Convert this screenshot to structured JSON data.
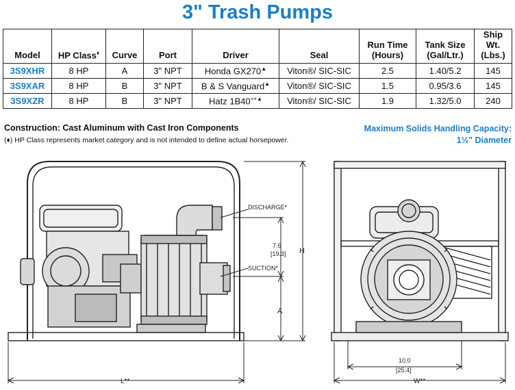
{
  "title": "3\" Trash Pumps",
  "table": {
    "headers": {
      "model": "Model",
      "hp_class": "HP Class",
      "hp_class_mark": "♦",
      "curve": "Curve",
      "port": "Port",
      "driver": "Driver",
      "seal": "Seal",
      "run_time_1": "Run Time",
      "run_time_2": "(Hours)",
      "tank_size_1": "Tank Size",
      "tank_size_2": "(Gal/Ltr.)",
      "ship_wt_1": "Ship Wt.",
      "ship_wt_2": "(Lbs.)"
    },
    "rows": [
      {
        "model": "3S9XHR",
        "hp": "8 HP",
        "curve": "A",
        "port": "3\" NPT",
        "driver": "Honda GX270",
        "driver_mark": "▲",
        "seal": "Viton®/ SIC-SIC",
        "run_time": "2.5",
        "tank": "1.40/5.2",
        "ship": "145"
      },
      {
        "model": "3S9XAR",
        "hp": "8 HP",
        "curve": "B",
        "port": "3\" NPT",
        "driver": "B & S Vanguard",
        "driver_mark": "▲",
        "seal": "Viton®/ SIC-SIC",
        "run_time": "1.5",
        "tank": "0.95/3.6",
        "ship": "145"
      },
      {
        "model": "3S9XZR",
        "hp": "8 HP",
        "curve": "B",
        "port": "3\" NPT",
        "driver": "Hatz 1B40",
        "driver_sup": "++",
        "driver_mark": "▲",
        "seal": "Viton®/ SIC-SIC",
        "run_time": "1.9",
        "tank": "1.32/5.0",
        "ship": "240"
      }
    ]
  },
  "construction": "Construction: Cast Aluminum with Cast Iron Components",
  "hp_note": "(♦) HP Class represents market category and is not intended to define actual horsepower.",
  "max_solids": {
    "line1": "Maximum Solids Handling Capacity:",
    "line2": "1½\" Diameter"
  },
  "drawing": {
    "discharge_label": "DISCHARGE*",
    "suction_label": "SUCTION*",
    "dim_height_in": "7.6",
    "dim_height_mm": "[19.3]",
    "dim_a": "A",
    "dim_h": "H",
    "dim_l": "L**",
    "dim_w": "W**",
    "dim_width_in": "10.0",
    "dim_width_mm": "[25.4]"
  },
  "colors": {
    "accent": "#1b7ec5"
  }
}
